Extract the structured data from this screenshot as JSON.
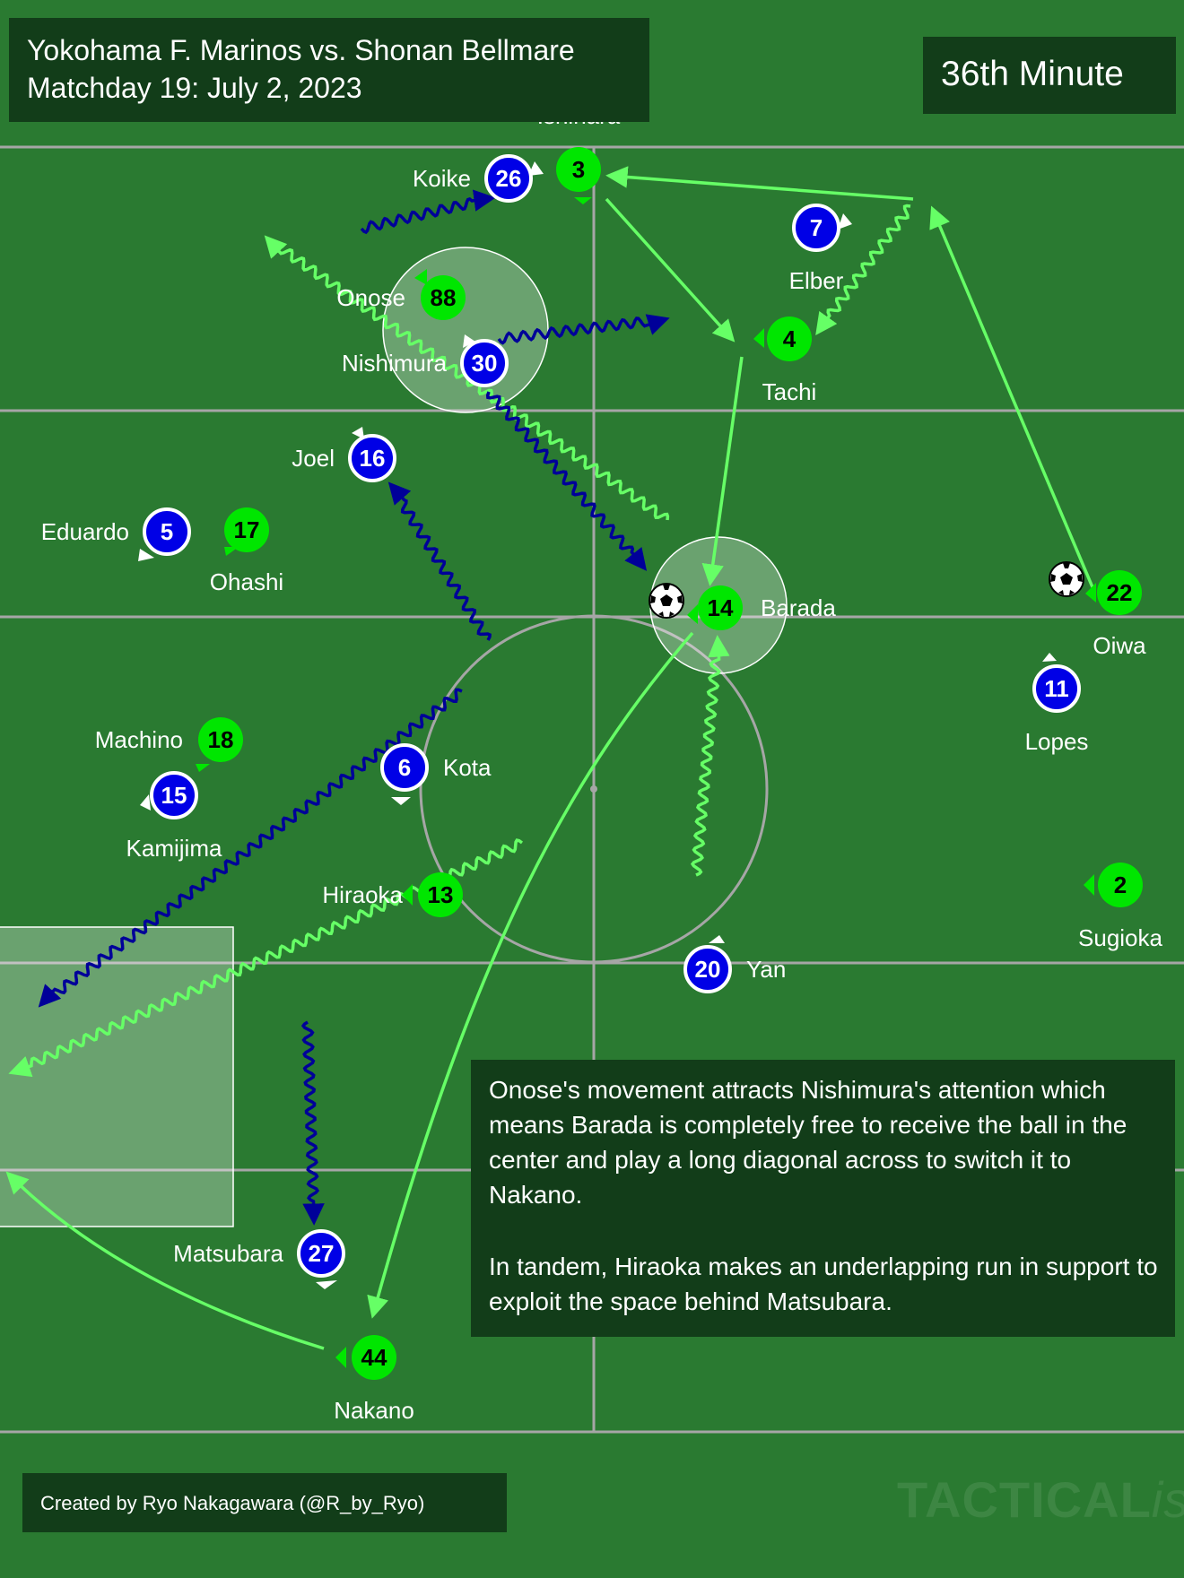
{
  "header": {
    "title_line1": "Yokohama F. Marinos vs. Shonan Bellmare",
    "title_line2": "Matchday 19: July 2, 2023",
    "minute": "36th Minute"
  },
  "annotation": {
    "paragraph1": "Onose's movement attracts Nishimura's attention which means Barada is completely free to receive the ball in the center and play a long diagonal across to switch it to Nakano.",
    "paragraph2": "In tandem, Hiraoka makes an underlapping run in support to exploit the space behind Matsubara."
  },
  "footer": {
    "credit": "Created by Ryo Nakagawara (@R_by_Ryo)",
    "watermark_main": "TACTICAL",
    "watermark_italic": "ista"
  },
  "colors": {
    "pitch": "#2a7a31",
    "lines": "#a6a6a6",
    "shonan": "#00e600",
    "marinos": "#0000e6",
    "pass_arrow": "#66ff66",
    "marinos_run": "#000099",
    "panel": "#123d19"
  },
  "players": [
    {
      "name": "Ishihara",
      "number": "3",
      "team": "shonan"
    },
    {
      "name": "Koike",
      "number": "26",
      "team": "marinos"
    },
    {
      "name": "Elber",
      "number": "7",
      "team": "marinos"
    },
    {
      "name": "Onose",
      "number": "88",
      "team": "shonan"
    },
    {
      "name": "Nishimura",
      "number": "30",
      "team": "marinos"
    },
    {
      "name": "Tachi",
      "number": "4",
      "team": "shonan"
    },
    {
      "name": "Joel",
      "number": "16",
      "team": "marinos"
    },
    {
      "name": "Eduardo",
      "number": "5",
      "team": "marinos"
    },
    {
      "name": "Ohashi",
      "number": "17",
      "team": "shonan"
    },
    {
      "name": "Barada",
      "number": "14",
      "team": "shonan"
    },
    {
      "name": "Oiwa",
      "number": "22",
      "team": "shonan"
    },
    {
      "name": "Lopes",
      "number": "11",
      "team": "marinos"
    },
    {
      "name": "Machino",
      "number": "18",
      "team": "shonan"
    },
    {
      "name": "Kamijima",
      "number": "15",
      "team": "marinos"
    },
    {
      "name": "Kota",
      "number": "6",
      "team": "marinos"
    },
    {
      "name": "Hiraoka",
      "number": "13",
      "team": "shonan"
    },
    {
      "name": "Sugioka",
      "number": "2",
      "team": "shonan"
    },
    {
      "name": "Yan",
      "number": "20",
      "team": "marinos"
    },
    {
      "name": "Matsubara",
      "number": "27",
      "team": "marinos"
    },
    {
      "name": "Nakano",
      "number": "44",
      "team": "shonan"
    }
  ],
  "icons": {
    "ball": "football-icon",
    "facing": "direction-arrow-icon"
  }
}
